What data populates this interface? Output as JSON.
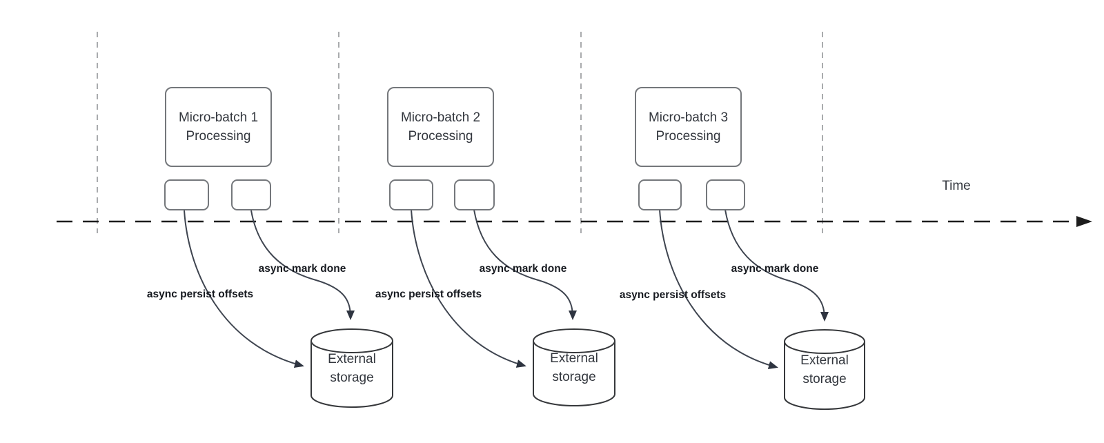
{
  "diagram": {
    "time_label": "Time",
    "batches": [
      {
        "title": "Micro-batch 1",
        "subtitle": "Processing",
        "persist_label": "async persist offsets",
        "done_label": "async mark done",
        "storage_label": "External storage"
      },
      {
        "title": "Micro-batch 2",
        "subtitle": "Processing",
        "persist_label": "async persist offsets",
        "done_label": "async mark done",
        "storage_label": "External storage"
      },
      {
        "title": "Micro-batch 3",
        "subtitle": "Processing",
        "persist_label": "async persist offsets",
        "done_label": "async mark done",
        "storage_label": "External storage"
      }
    ]
  },
  "colors": {
    "line_color": "#3f4550",
    "arrow_color": "#2e3440",
    "timeline_color": "#1c1c1c",
    "guide_color": "#a9abad",
    "box_border_color": "#74777b",
    "cylinder_border_color": "#36383b",
    "text_color": "#33373e",
    "label_color": "#16191f"
  }
}
